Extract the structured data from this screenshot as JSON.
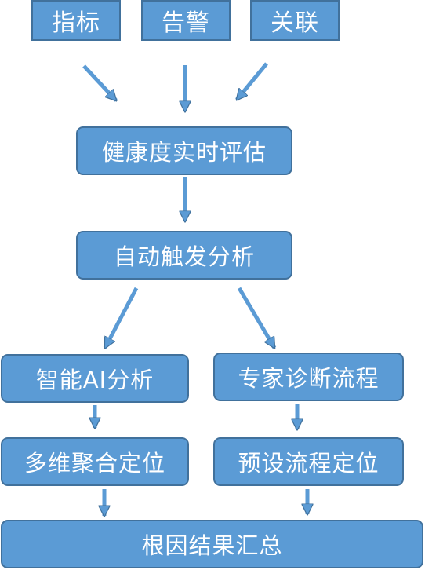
{
  "nodes": {
    "zhibiao": "指标",
    "gaojing": "告警",
    "guanlian": "关联",
    "health_eval": "健康度实时评估",
    "auto_trigger": "自动触发分析",
    "smart_ai": "智能AI分析",
    "expert_diag": "专家诊断流程",
    "multi_dim": "多维聚合定位",
    "preset_flow": "预设流程定位",
    "root_cause": "根因结果汇总"
  },
  "colors": {
    "node_fill": "#5b9bd5",
    "node_border": "#41719c",
    "arrow": "#5b9bd5",
    "text": "#ffffff"
  }
}
